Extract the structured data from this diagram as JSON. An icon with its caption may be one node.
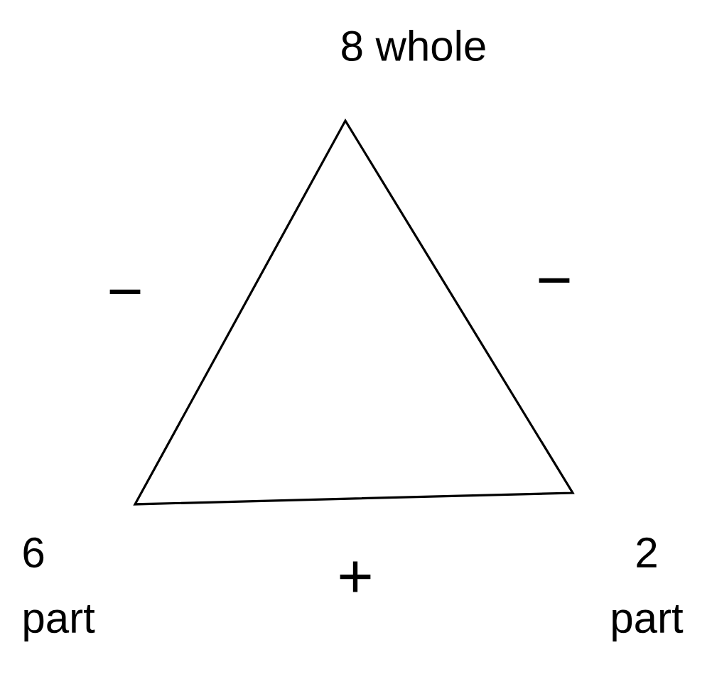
{
  "diagram": {
    "nodes": [
      {
        "text": [],
        "shape": "triangle"
      }
    ],
    "labels": [
      "8 whole",
      "−",
      "−",
      "6 part",
      "+",
      "2 part"
    ]
  }
}
